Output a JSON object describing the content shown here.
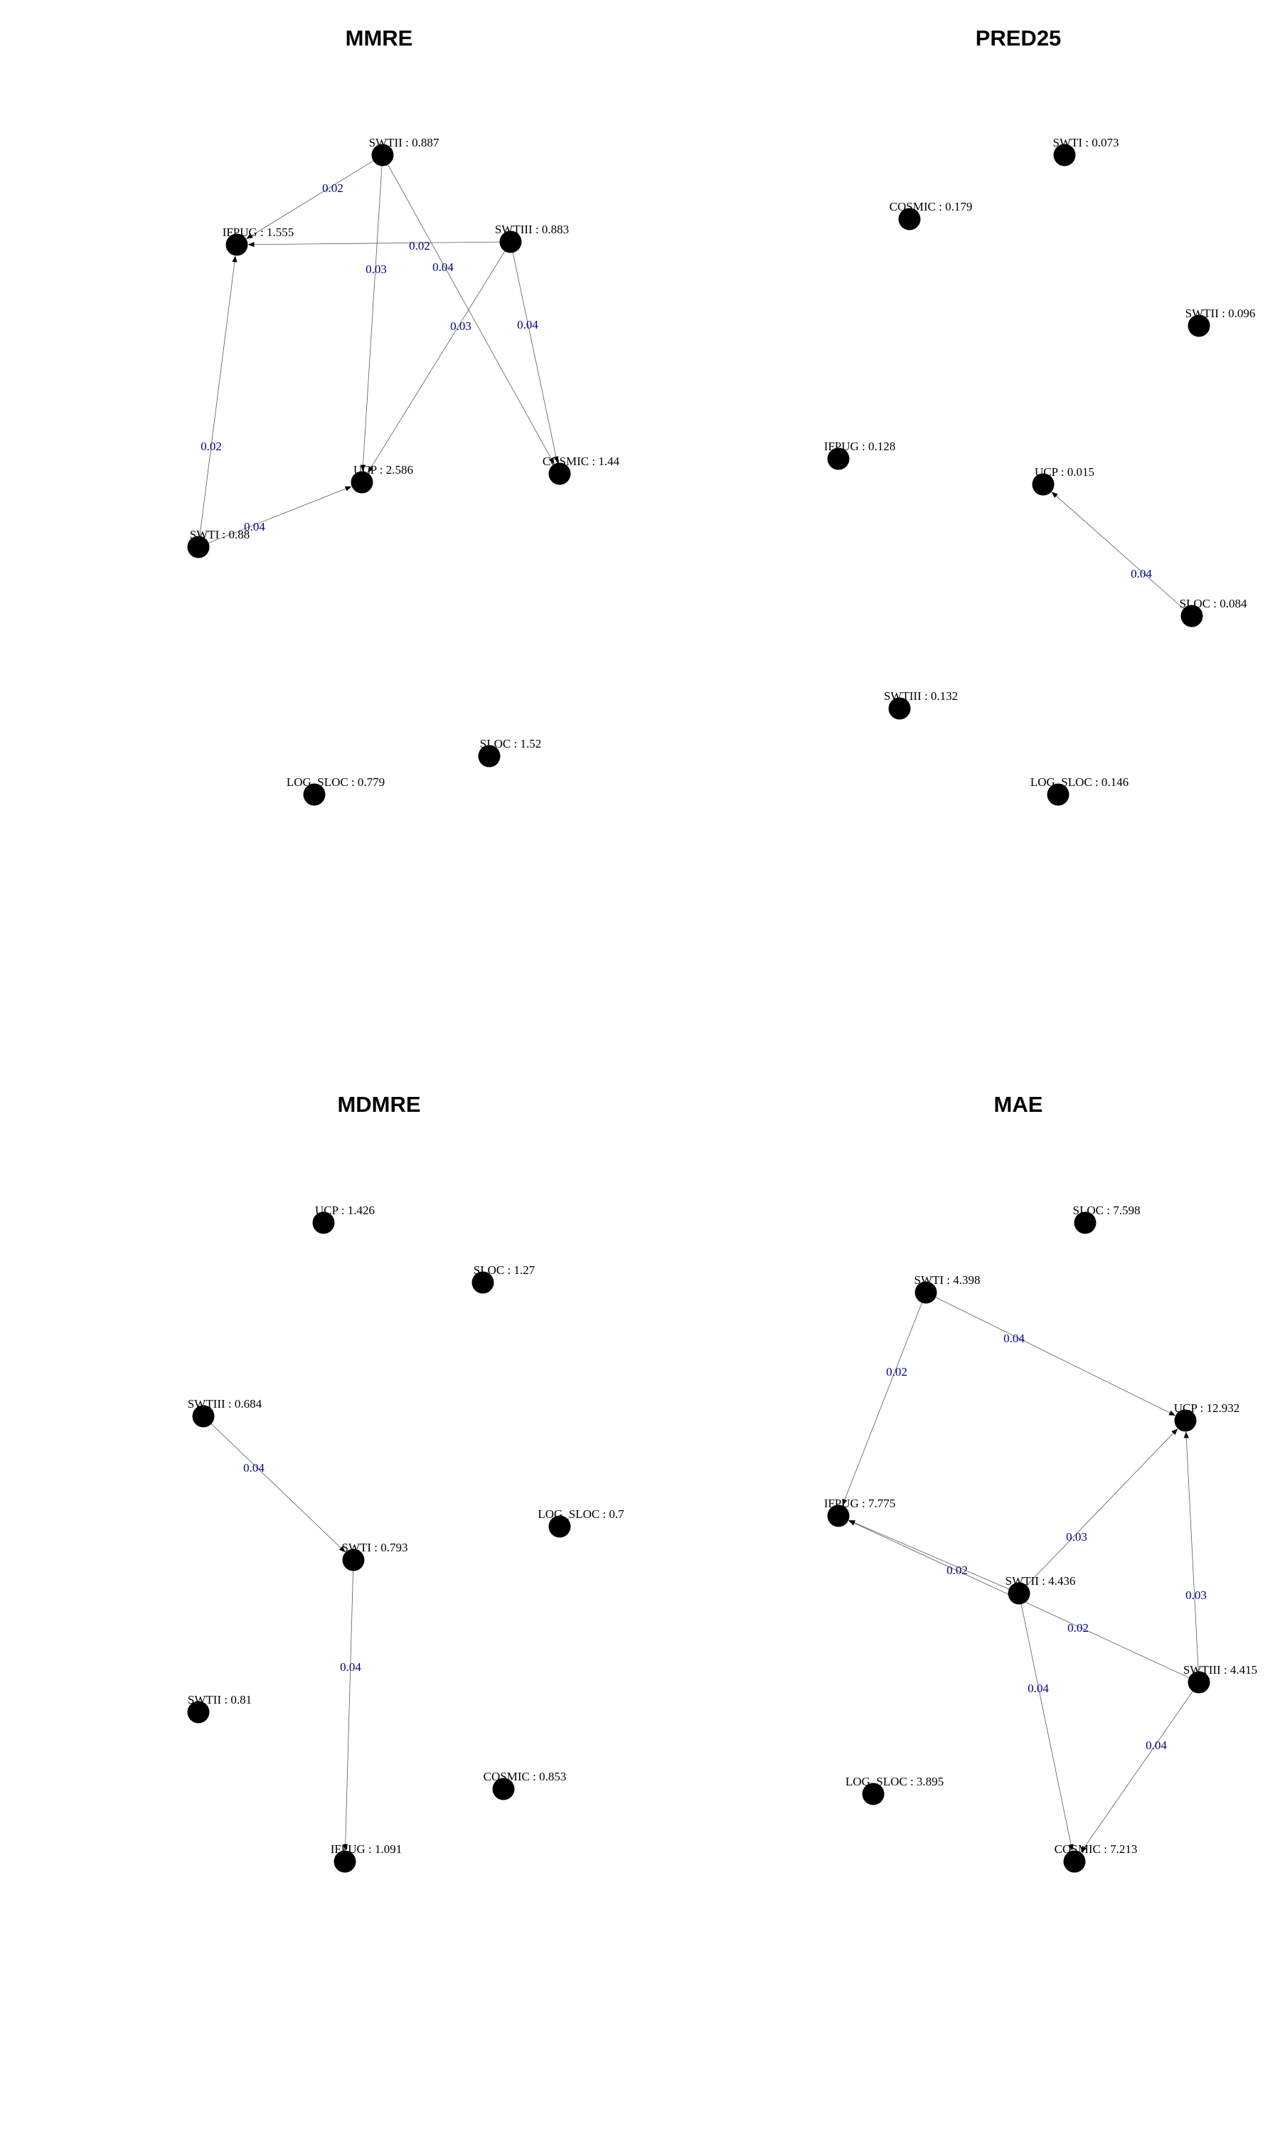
{
  "colors": {
    "background": "#ffffff",
    "node": "#000000",
    "edge": "#5a5a5a",
    "edge_label": "#00008b",
    "text": "#000000"
  },
  "panels": [
    {
      "id": "mmre",
      "title": "MMRE",
      "nodes": [
        {
          "id": "SWTII",
          "label": "SWTII : 0.887"
        },
        {
          "id": "IFPUG",
          "label": "IFPUG : 1.555"
        },
        {
          "id": "SWTIII",
          "label": "SWTIII : 0.883"
        },
        {
          "id": "UCP",
          "label": "UCP : 2.586"
        },
        {
          "id": "COSMIC",
          "label": "COSMIC : 1.44"
        },
        {
          "id": "SWTI",
          "label": "SWTI : 0.88"
        },
        {
          "id": "SLOC",
          "label": "SLOC : 1.52"
        },
        {
          "id": "LOG_SLOC",
          "label": "LOG_SLOC : 0.779"
        }
      ],
      "edges": [
        {
          "from": "SWTII",
          "to": "IFPUG",
          "label": "0.02"
        },
        {
          "from": "SWTIII",
          "to": "IFPUG",
          "label": "0.02"
        },
        {
          "from": "SWTII",
          "to": "UCP",
          "label": "0.03"
        },
        {
          "from": "SWTII",
          "to": "COSMIC",
          "label": "0.04"
        },
        {
          "from": "SWTIII",
          "to": "UCP",
          "label": "0.03"
        },
        {
          "from": "SWTIII",
          "to": "COSMIC",
          "label": "0.04"
        },
        {
          "from": "SWTI",
          "to": "IFPUG",
          "label": "0.02"
        },
        {
          "from": "SWTI",
          "to": "UCP",
          "label": "0.04"
        }
      ]
    },
    {
      "id": "pred25",
      "title": "PRED25",
      "nodes": [
        {
          "id": "SWTI",
          "label": "SWTI : 0.073"
        },
        {
          "id": "COSMIC",
          "label": "COSMIC : 0.179"
        },
        {
          "id": "SWTII",
          "label": "SWTII : 0.096"
        },
        {
          "id": "IFPUG",
          "label": "IFPUG : 0.128"
        },
        {
          "id": "UCP",
          "label": "UCP : 0.015"
        },
        {
          "id": "SLOC",
          "label": "SLOC : 0.084"
        },
        {
          "id": "SWTIII",
          "label": "SWTIII : 0.132"
        },
        {
          "id": "LOG_SLOC",
          "label": "LOG_SLOC : 0.146"
        }
      ],
      "edges": [
        {
          "from": "SLOC",
          "to": "UCP",
          "label": "0.04"
        }
      ]
    },
    {
      "id": "mdmre",
      "title": "MDMRE",
      "nodes": [
        {
          "id": "UCP",
          "label": "UCP : 1.426"
        },
        {
          "id": "SLOC",
          "label": "SLOC : 1.27"
        },
        {
          "id": "SWTIII",
          "label": "SWTIII : 0.684"
        },
        {
          "id": "LOG_SLOC",
          "label": "LOG_SLOC : 0.7"
        },
        {
          "id": "SWTI",
          "label": "SWTI : 0.793"
        },
        {
          "id": "SWTII",
          "label": "SWTII : 0.81"
        },
        {
          "id": "COSMIC",
          "label": "COSMIC : 0.853"
        },
        {
          "id": "IFPUG",
          "label": "IFPUG : 1.091"
        }
      ],
      "edges": [
        {
          "from": "SWTIII",
          "to": "SWTI",
          "label": "0.04"
        },
        {
          "from": "SWTI",
          "to": "IFPUG",
          "label": "0.04"
        }
      ]
    },
    {
      "id": "mae",
      "title": "MAE",
      "nodes": [
        {
          "id": "SLOC",
          "label": "SLOC : 7.598"
        },
        {
          "id": "SWTI",
          "label": "SWTI : 4.398"
        },
        {
          "id": "UCP",
          "label": "UCP : 12.932"
        },
        {
          "id": "IFPUG",
          "label": "IFPUG : 7.775"
        },
        {
          "id": "SWTII",
          "label": "SWTII : 4.436"
        },
        {
          "id": "SWTIII",
          "label": "SWTIII : 4.415"
        },
        {
          "id": "LOG_SLOC",
          "label": "LOG_SLOC : 3.895"
        },
        {
          "id": "COSMIC",
          "label": "COSMIC : 7.213"
        }
      ],
      "edges": [
        {
          "from": "SWTI",
          "to": "UCP",
          "label": "0.04"
        },
        {
          "from": "SWTI",
          "to": "IFPUG",
          "label": "0.02"
        },
        {
          "from": "SWTII",
          "to": "UCP",
          "label": "0.03"
        },
        {
          "from": "SWTIII",
          "to": "UCP",
          "label": "0.03"
        },
        {
          "from": "SWTII",
          "to": "IFPUG",
          "label": "0.02"
        },
        {
          "from": "SWTIII",
          "to": "IFPUG",
          "label": "0.02"
        },
        {
          "from": "SWTII",
          "to": "COSMIC",
          "label": "0.04"
        },
        {
          "from": "SWTIII",
          "to": "COSMIC",
          "label": "0.04"
        }
      ]
    }
  ]
}
